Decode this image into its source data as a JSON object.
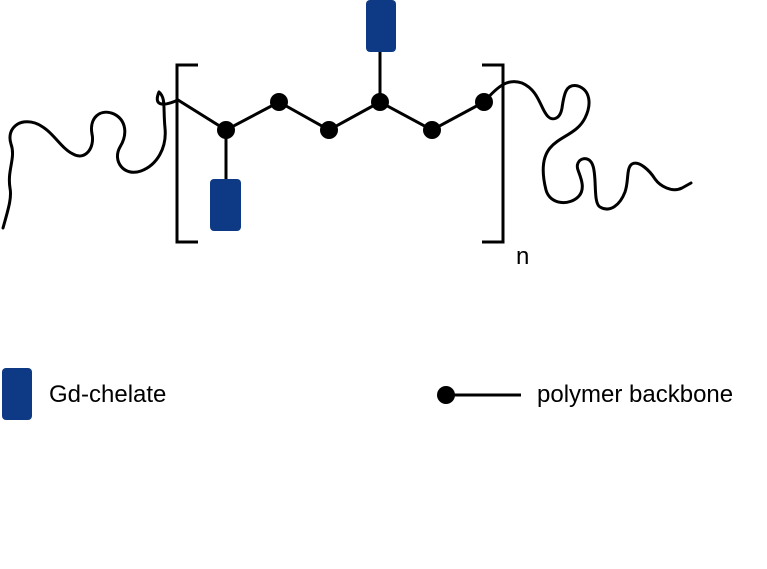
{
  "colors": {
    "chelate": "#0E3A85",
    "line": "#000000",
    "background": "#FFFFFF"
  },
  "structure": {
    "repeat_subscript": "n"
  },
  "legend": {
    "chelate_label": "Gd-chelate",
    "backbone_label": "polymer backbone"
  },
  "icons": {
    "chelate": "rounded-rectangle-marker",
    "backbone": "dot-with-line-marker"
  }
}
